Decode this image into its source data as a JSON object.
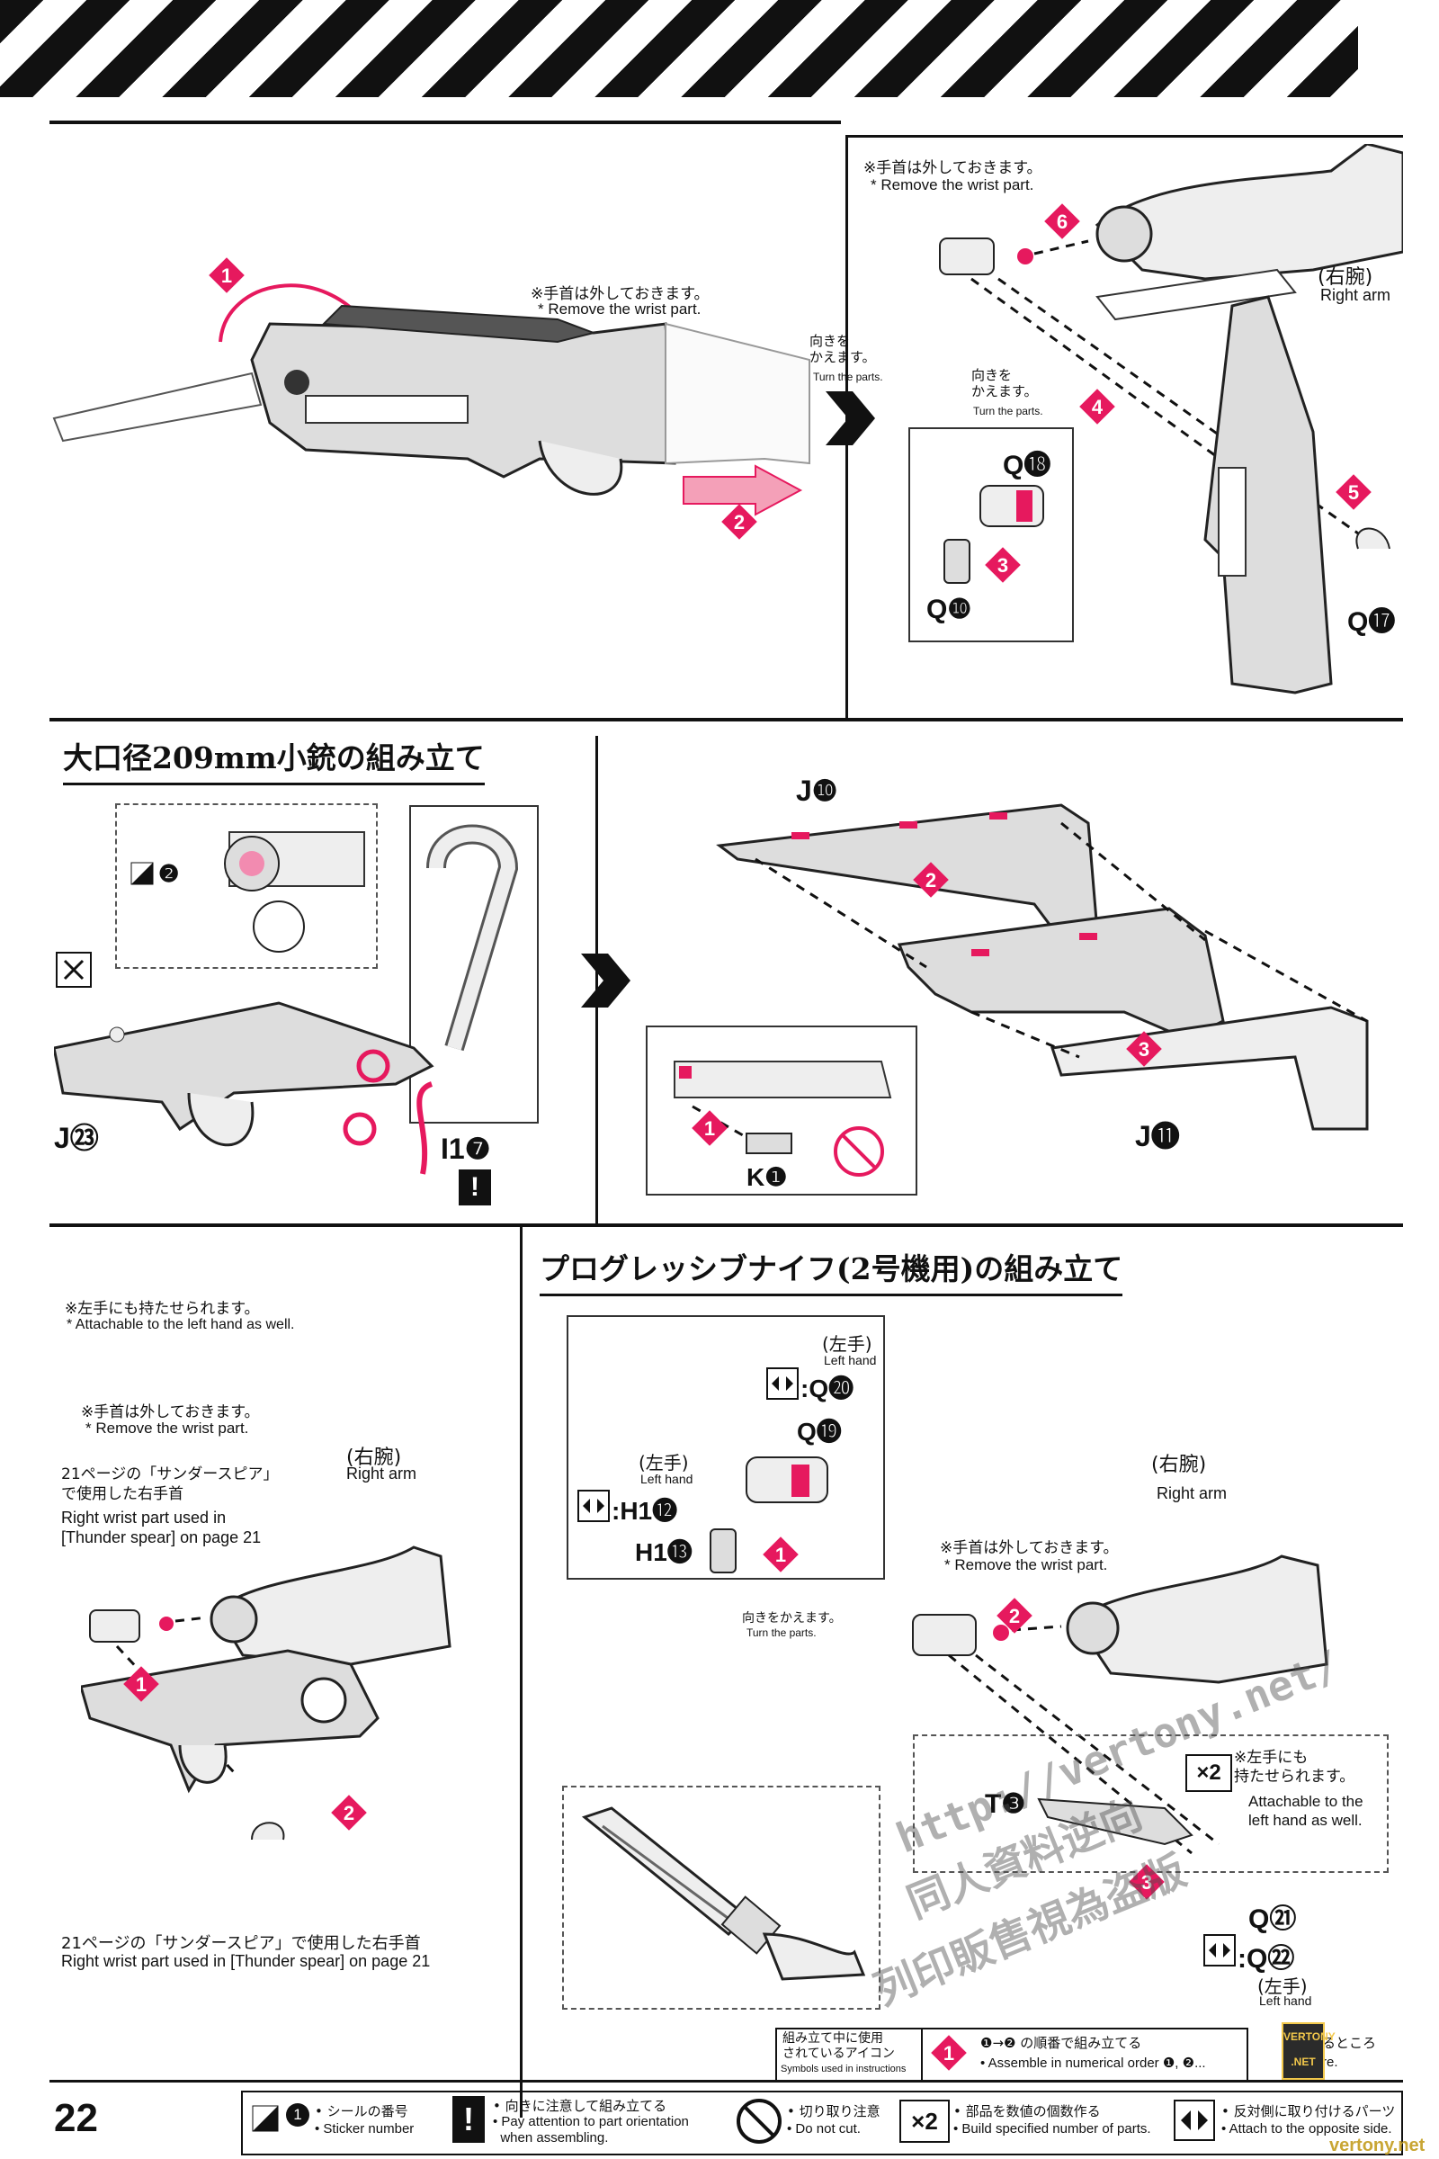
{
  "page_number": "22",
  "section1": {
    "note_jp": "※手首は外しておきます。",
    "note_en": "* Remove the wrist part.",
    "turn_jp": "向きを\nかえます。",
    "turn_en": "Turn the parts.",
    "right_note_jp": "※手首は外しておきます。",
    "right_note_en": "* Remove the wrist part.",
    "right_arm_jp": "(右腕)",
    "right_arm_en": "Right arm",
    "inset_turn_jp": "向きを\nかえます。",
    "inset_turn_en": "Turn the parts.",
    "part_q18": "Q⓲",
    "part_q10": "Q❿",
    "part_q17": "Q⓱",
    "steps": [
      "1",
      "2",
      "3",
      "4",
      "5",
      "6"
    ]
  },
  "section2": {
    "title": "大口径209mm小銃の組み立て",
    "part_j23": "J㉓",
    "part_i17": "I1❼",
    "part_j10": "J❿",
    "part_j11": "J⓫",
    "part_k1": "K❶",
    "sticker_num": "❷",
    "steps": [
      "1",
      "2",
      "3"
    ]
  },
  "section3": {
    "title": "プログレッシブナイフ(2号機用)の組み立て",
    "left_note1_jp": "※左手にも持たせられます。",
    "left_note1_en": "* Attachable to the left hand as well.",
    "left_note2_jp": "※手首は外しておきます。",
    "left_note2_en": "* Remove the wrist part.",
    "left_arm_jp": "(右腕)",
    "left_arm_en": "Right arm",
    "wrist_ref_jp": "21ページの「サンダースピア」\nで使用した右手首",
    "wrist_ref_en": "Right wrist part used in\n[Thunder spear] on page 21",
    "wrist_ref2_jp": "21ページの「サンダースピア」で使用した右手首",
    "wrist_ref2_en": "Right wrist part used in [Thunder spear] on page 21",
    "inset_left_hand_jp": "(左手)",
    "inset_left_hand_en": "Left hand",
    "inset_q20": ":Q⓴",
    "inset_q19": "Q⓳",
    "inset_left_hand2_jp": "(左手)",
    "inset_left_hand2_en": "Left hand",
    "inset_h112": ":H1⓬",
    "inset_h113": "H1⓭",
    "turn_jp": "向きをかえます。",
    "turn_en": "Turn the parts.",
    "right_arm_jp": "(右腕)",
    "right_arm_en": "Right arm",
    "right_note_jp": "※手首は外しておきます。",
    "right_note_en": "* Remove the wrist part.",
    "x2_note_jp": "※左手にも\n持たせられます。",
    "x2_note_en": "Attachable to the\nleft hand as well.",
    "part_t3": "T❸",
    "part_q21": "Q㉑",
    "part_q22": ":Q㉒",
    "left_hand3_jp": "(左手)",
    "left_hand3_en": "Left hand",
    "steps": [
      "1",
      "2",
      "1",
      "2",
      "3"
    ]
  },
  "legend": {
    "header_jp": "組み立て中に使用\nされているアイコン",
    "header_en": "Symbols used in instructions",
    "order_jp": "❶→❷ の順番で組み立てる",
    "order_en": "• Assemble in numerical order ❶, ❷...",
    "other_jp": "るところ",
    "other_en": "re.",
    "sticker_jp": "• シールの番号",
    "sticker_en": "• Sticker number",
    "orient_jp": "• 向きに注意して組み立てる",
    "orient_en": "• Pay attention to part orientation\n  when assembling.",
    "nocut_jp": "• 切り取り注意",
    "nocut_en": "• Do not cut.",
    "count_jp": "• 部品を数値の個数作る",
    "count_en": "• Build specified number of parts.",
    "opposite_jp": "• 反対側に取り付けるパーツ",
    "opposite_en": "• Attach to the opposite side.",
    "x2": "×2"
  },
  "watermark": {
    "url": "http://vertony.net/",
    "line2": "同人資料逆向",
    "line3": "列印販售視為盗版",
    "logo": "VERTONY .NET",
    "footer": "vertony.net"
  },
  "colors": {
    "accent": "#e6195e",
    "ink": "#111111"
  }
}
